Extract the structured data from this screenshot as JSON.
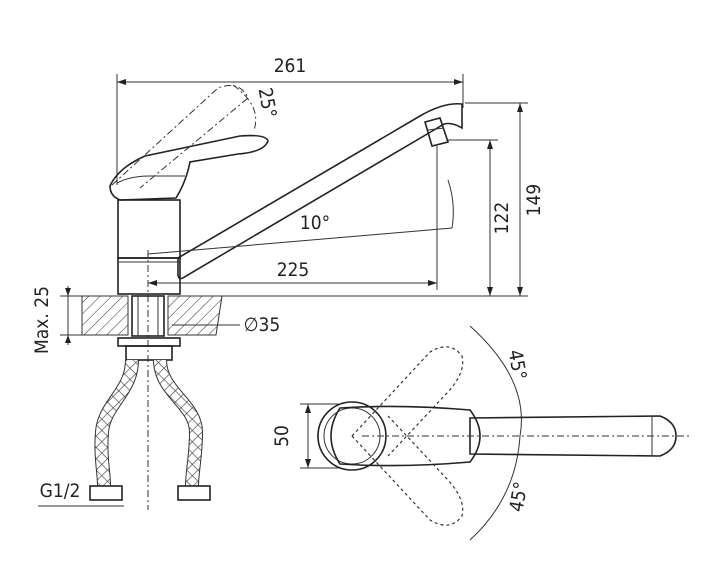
{
  "labels": {
    "overall_width": "261",
    "handle_angle": "25°",
    "spout_angle": "10°",
    "spout_reach": "225",
    "outlet_height": "122",
    "total_height": "149",
    "max_thickness": "Max. 25",
    "hole_diameter": "∅35",
    "connection": "G1/2",
    "top_width": "50",
    "rotation_upper": "45°",
    "rotation_lower": "45°"
  }
}
